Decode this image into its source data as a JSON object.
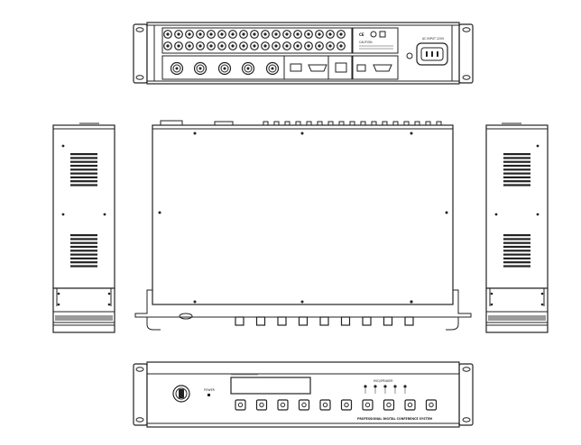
{
  "rear_panel": {
    "caution_label": "CAUTION",
    "power_label": "AC INPUT 220V"
  },
  "front_panel": {
    "power_label": "POWER",
    "indicators_label": "MIC/SPEAKER",
    "footer_label": "PROFESSIONAL DIGITAL CONFERENCE SYSTEM"
  }
}
